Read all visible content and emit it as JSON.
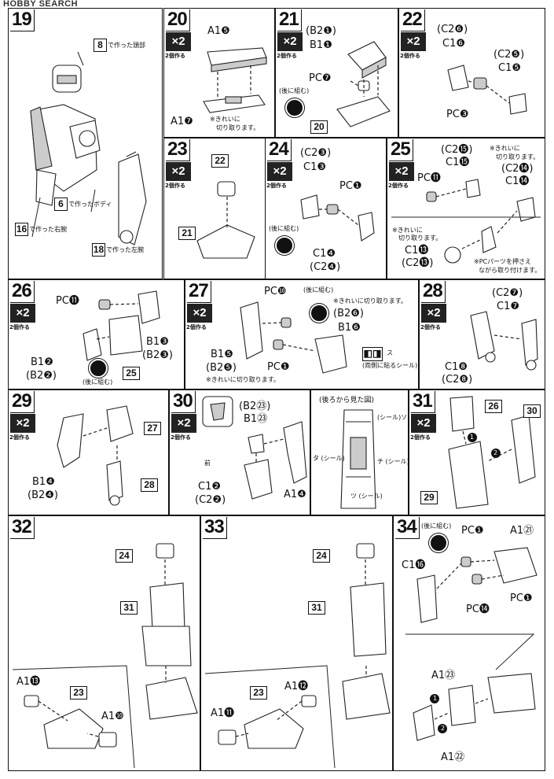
{
  "header": {
    "logo": "HOBBY SEARCH"
  },
  "common": {
    "x2": "×2",
    "make2": "2個作る",
    "combine_later": "(後に組む)",
    "cut_clean": "※きれいに切り取ります。"
  },
  "p19": {
    "num": "19",
    "head": "で作った頭部",
    "head_ref": "8",
    "body": "で作ったボディ",
    "body_ref": "6",
    "rarm": "で作った右腕",
    "rarm_ref": "16",
    "larm": "で作った左腕",
    "larm_ref": "18"
  },
  "p20": {
    "num": "20",
    "a1a": "A1❺",
    "a1b": "A1❼",
    "note1": "※きれいに",
    "note2": "切り取ります。"
  },
  "p21": {
    "num": "21",
    "b2": "(B2❶)",
    "b1": "B1❶",
    "pc": "PC❼",
    "ref": "20"
  },
  "p22": {
    "num": "22",
    "c26": "(C2❻)",
    "c16": "C1❻",
    "c25": "(C2❺)",
    "c15": "C1❺",
    "pc": "PC❸"
  },
  "p23": {
    "num": "23",
    "ref22": "22",
    "ref21": "21"
  },
  "p24": {
    "num": "24",
    "c23": "(C2❸)",
    "c13": "C1❸",
    "pc": "PC❶",
    "c14": "C1❹",
    "c24": "(C2❹)"
  },
  "p25": {
    "num": "25",
    "c215": "(C2⓯)",
    "c115": "C1⓯",
    "pc": "PC⓫",
    "note1": "※きれいに",
    "note2": "切り取ります。",
    "c214": "(C2⓮)",
    "c114": "C1⓮",
    "c113": "C1⓭",
    "c213": "(C2⓭)",
    "note3": "※PCパーツを押さえ",
    "note4": "ながら取り付けます。"
  },
  "p26": {
    "num": "26",
    "pc": "PC⓫",
    "b13": "B1❸",
    "b23": "(B2❸)",
    "b12": "B1❷",
    "b22": "(B2❷)",
    "ref": "25"
  },
  "p27": {
    "num": "27",
    "pc10": "PC❿",
    "b26": "(B2❻)",
    "b16": "B1❻",
    "b15": "B1❺",
    "b25": "(B2❺)",
    "pc1": "PC❶",
    "seal1": "ス",
    "seal2": "(両側に貼るシール)"
  },
  "p28": {
    "num": "28",
    "c27": "(C2❼)",
    "c17": "C1❼",
    "c18": "C1❽",
    "c28": "(C2❽)"
  },
  "p29": {
    "num": "29",
    "ref27": "27",
    "ref28": "28",
    "b14": "B1❹",
    "b24": "(B2❹)"
  },
  "p30": {
    "num": "30",
    "b223": "(B2㉓)",
    "b123": "B1㉓",
    "front": "前",
    "c12": "C1❷",
    "c22": "(C2❷)",
    "a14": "A1❹"
  },
  "rear": {
    "title": "(後ろから見た図)",
    "s_so": "(シール)ソ",
    "s_ta": "タ (シール)",
    "s_chi": "チ (シール)",
    "s_tsu": "ツ (シール)",
    "so": "ソ",
    "ta": "タ",
    "chi": "チ",
    "tsu": "ツ",
    "seal": "(シール)"
  },
  "p31": {
    "num": "31",
    "ref26": "26",
    "ref30": "30",
    "ref29": "29",
    "s1": "1",
    "s2": "2"
  },
  "p32": {
    "num": "32",
    "ref24": "24",
    "ref31": "31",
    "ref23": "23",
    "a113": "A1⓭",
    "a110": "A1❿"
  },
  "p33": {
    "num": "33",
    "ref24": "24",
    "ref31": "31",
    "ref23": "23",
    "a112": "A1⓬",
    "a111": "A1⓫"
  },
  "p34": {
    "num": "34",
    "pc1a": "PC❶",
    "a121": "A1㉑",
    "c116": "C1⓰",
    "pc1b": "PC❶",
    "pc14": "PC⓮",
    "a123": "A1㉓",
    "a122": "A1㉒",
    "s1": "1",
    "s2": "2"
  }
}
